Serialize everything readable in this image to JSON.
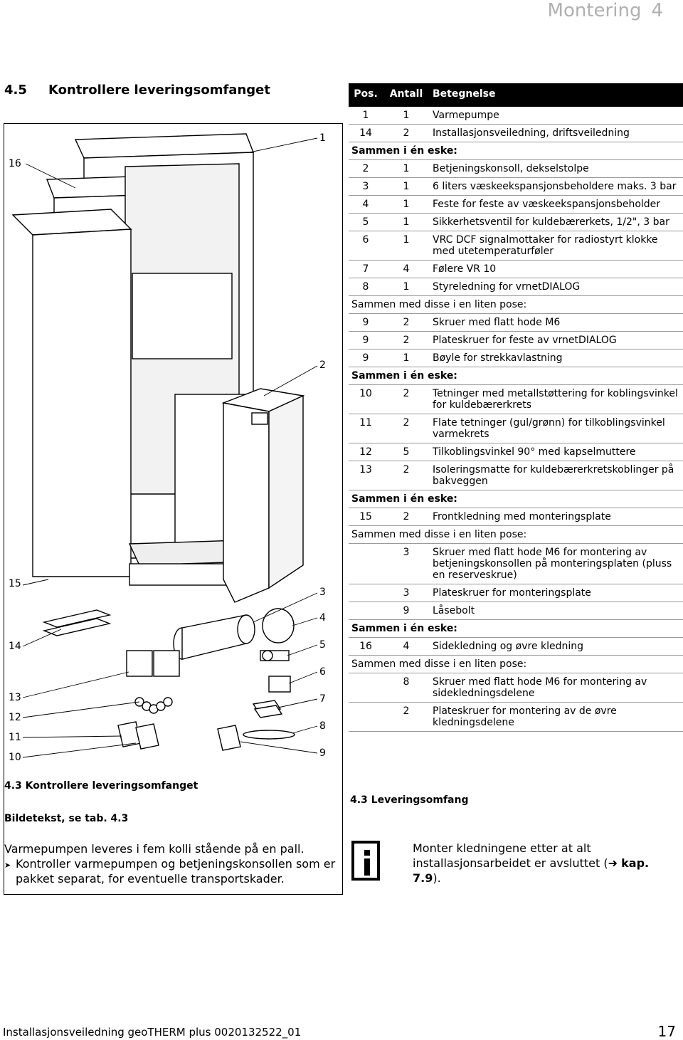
{
  "header": {
    "title": "Montering",
    "chapter": "4"
  },
  "section": {
    "number": "4.5",
    "title": "Kontrollere leveringsomfanget"
  },
  "figure": {
    "callouts_right": [
      "1",
      "2",
      "3",
      "4",
      "5",
      "6",
      "7",
      "8",
      "9"
    ],
    "callouts_left": [
      "16",
      "15",
      "14",
      "13",
      "12",
      "11",
      "10"
    ],
    "caption": "4.3 Kontrollere leveringsomfanget",
    "subcaption": "Bildetekst, se tab. 4.3"
  },
  "body": {
    "line1": "Varmepumpen leveres i fem kolli stående på en pall.",
    "bullet": "Kontroller varmepumpen og betjeningskonsollen som er pakket separat, for eventuelle transportskader."
  },
  "table": {
    "headers": {
      "pos": "Pos.",
      "qty": "Antall",
      "desc": "Betegnelse"
    },
    "rows": [
      {
        "pos": "1",
        "qty": "1",
        "desc": "Varmepumpe"
      },
      {
        "pos": "14",
        "qty": "2",
        "desc": "Installasjonsveiledning, driftsveiledning"
      },
      {
        "group": "Sammen i én eske:"
      },
      {
        "pos": "2",
        "qty": "1",
        "desc": "Betjeningskonsoll, dekselstolpe"
      },
      {
        "pos": "3",
        "qty": "1",
        "desc": "6 liters væskeekspansjonsbeholdere maks. 3 bar"
      },
      {
        "pos": "4",
        "qty": "1",
        "desc": "Feste for feste av væskeekspansjonsbeholder"
      },
      {
        "pos": "5",
        "qty": "1",
        "desc": "Sikkerhetsventil for kuldebærerkets, 1/2\", 3 bar"
      },
      {
        "pos": "6",
        "qty": "1",
        "desc": "VRC DCF signalmottaker for radiostyrt klokke med utetemperaturføler"
      },
      {
        "pos": "7",
        "qty": "4",
        "desc": "Følere VR 10"
      },
      {
        "pos": "8",
        "qty": "1",
        "desc": "Styreledning for vrnetDIALOG"
      },
      {
        "subgroup": "Sammen med disse i en liten pose:"
      },
      {
        "pos": "9",
        "qty": "2",
        "desc": "Skruer med flatt hode M6"
      },
      {
        "pos": "9",
        "qty": "2",
        "desc": "Plateskruer for feste av vrnetDIALOG"
      },
      {
        "pos": "9",
        "qty": "1",
        "desc": "Bøyle for strekkavlastning"
      },
      {
        "group": "Sammen i én eske:"
      },
      {
        "pos": "10",
        "qty": "2",
        "desc": "Tetninger med metallstøttering for koblingsvinkel for kuldebærerkrets"
      },
      {
        "pos": "11",
        "qty": "2",
        "desc": "Flate tetninger (gul/grønn) for tilkoblingsvinkel varmekrets"
      },
      {
        "pos": "12",
        "qty": "5",
        "desc": "Tilkoblingsvinkel 90° med kapselmuttere"
      },
      {
        "pos": "13",
        "qty": "2",
        "desc": "Isoleringsmatte for kuldebærerkretskoblinger på bakveggen"
      },
      {
        "group": "Sammen i én eske:"
      },
      {
        "pos": "15",
        "qty": "2",
        "desc": "Frontkledning med monteringsplate"
      },
      {
        "subgroup": "Sammen med disse i en liten pose:"
      },
      {
        "pos": "",
        "qty": "3",
        "desc": "Skruer med flatt hode M6 for montering av betjeningskonsollen på monteringsplaten (pluss en reserveskrue)"
      },
      {
        "pos": "",
        "qty": "3",
        "desc": "Plateskruer for monteringsplate"
      },
      {
        "pos": "",
        "qty": "9",
        "desc": "Låsebolt"
      },
      {
        "group": "Sammen i én eske:"
      },
      {
        "pos": "16",
        "qty": "4",
        "desc": "Sidekledning og øvre kledning"
      },
      {
        "subgroup": "Sammen med disse i en liten pose:"
      },
      {
        "pos": "",
        "qty": "8",
        "desc": "Skruer med flatt hode M6 for montering av sidekledningsdelene"
      },
      {
        "pos": "",
        "qty": "2",
        "desc": "Plateskruer for montering av de øvre kledningsdelene"
      }
    ],
    "caption": "4.3 Leveringsomfang"
  },
  "info": {
    "icon": "info-icon",
    "text_before": "Monter kledningene etter at alt installasjonsarbeidet er avsluttet (",
    "arrow": "➜",
    "ref": "kap. 7.9",
    "text_after": ")."
  },
  "footer": {
    "left": "Installasjonsveiledning geoTHERM plus 0020132522_01",
    "page": "17"
  }
}
